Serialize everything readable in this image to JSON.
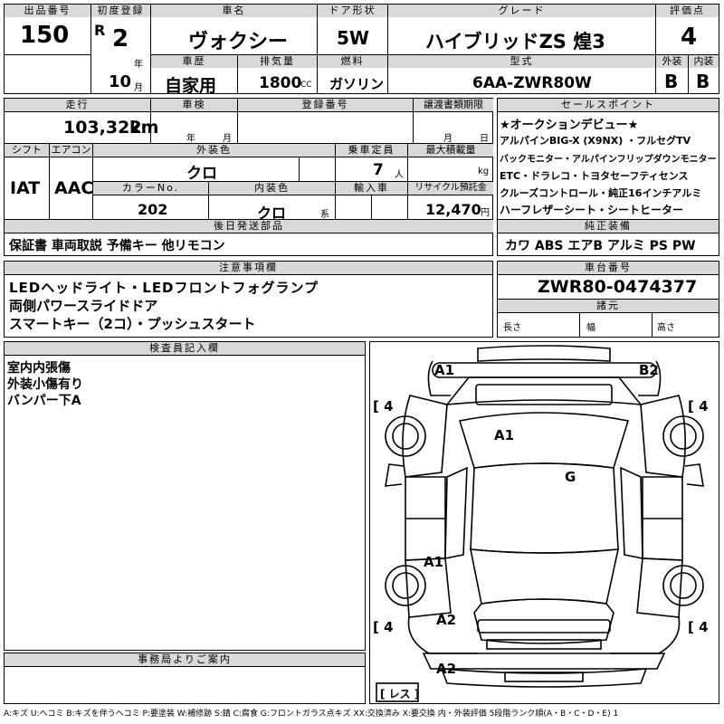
{
  "top": {
    "lot_label": "出品番号",
    "lot_value": "150",
    "reg_label": "初度登録",
    "era": "R",
    "reg_year": "2",
    "year_unit": "年",
    "reg_month": "10",
    "month_unit": "月",
    "name_label": "車名",
    "car_name": "ヴォクシー",
    "door_label": "ドア形状",
    "door_value": "5W",
    "grade_label": "グレード",
    "grade_value": "ハイブリッドZS 煌3",
    "score_label": "評価点",
    "score_value": "4",
    "history_label": "車歴",
    "history_value": "自家用",
    "cc_label": "排気量",
    "cc_value": "1800",
    "cc_unit": "CC",
    "fuel_label": "燃料",
    "fuel_value": "ガソリン",
    "model_label": "型式",
    "model_value": "6AA-ZWR80W",
    "ext_label": "外装",
    "ext_grade": "B",
    "int_label": "内装",
    "int_grade": "B"
  },
  "mid": {
    "mileage_label": "走行",
    "mileage_value": "103,322",
    "mileage_unit": "km",
    "inspect_label": "車検",
    "inspect_year": "年",
    "inspect_month": "月",
    "regno_label": "登録番号",
    "transfer_label": "譲渡書類期限",
    "transfer_month": "月",
    "transfer_day": "日",
    "shift_label": "シフト",
    "shift_value": "IAT",
    "ac_label": "エアコン",
    "ac_value": "AAC",
    "color_label": "外装色",
    "color_value": "クロ",
    "seats_label": "乗車定員",
    "seats_value": "7",
    "seats_unit": "人",
    "load_label": "最大積載量",
    "load_unit": "kg",
    "colorno_label": "カラーNo.",
    "colorno_value": "202",
    "intcolor_label": "内装色",
    "intcolor_value": "クロ",
    "intcolor_unit": "系",
    "import_label": "輸入車",
    "recycle_label": "リサイクル預託金",
    "recycle_value": "12,470",
    "recycle_unit": "円",
    "later_label": "後日発送部品",
    "later_value": "保証書 車両取説 予備キー 他リモコン"
  },
  "sales": {
    "label": "セールスポイント",
    "lines": [
      "★オークションデビュー★",
      "アルパインBIG-X (X9NX) ・フルセグTV",
      "バックモニター・アルパインフリップダウンモニター",
      "ETC・ドラレコ・トヨタセーフティセンス",
      "クルーズコントロール・純正16インチアルミ",
      "ハーフレザーシート・シートヒーター"
    ]
  },
  "equip": {
    "label": "純正装備",
    "items": [
      "カワ",
      "ABS",
      "エアB",
      "アルミ",
      "PS",
      "PW"
    ]
  },
  "notes": {
    "label": "注意事項欄",
    "lines": [
      "LEDヘッドライト・LEDフロントフォグランプ",
      "両側パワースライドドア",
      "スマートキー（2コ）・プッシュスタート"
    ]
  },
  "chassis": {
    "label": "車台番号",
    "value": "ZWR80-0474377",
    "dims_label": "諸元",
    "length_label": "長さ",
    "width_label": "幅",
    "height_label": "高さ"
  },
  "inspector": {
    "label": "検査員記入欄",
    "lines": [
      "室内内張傷",
      "外装小傷有り",
      "バンパー下A"
    ]
  },
  "office": {
    "label": "事務局よりご案内"
  },
  "diagram": {
    "marks": [
      "A1",
      "B2",
      "A1",
      "G",
      "A1",
      "A2",
      "A2"
    ],
    "tires": [
      "4",
      "4",
      "4",
      "4"
    ],
    "spare": "レス"
  },
  "legend": "A:キズ U:ヘコミ B:キズを伴うヘコミ P:要塗装 W:補修跡 S:錆 C:腐食 G:フロントガラス点キズ XX:交換済み X:要交換 内・外装評価 5段階ランク順(A・B・C・D・E) 1"
}
